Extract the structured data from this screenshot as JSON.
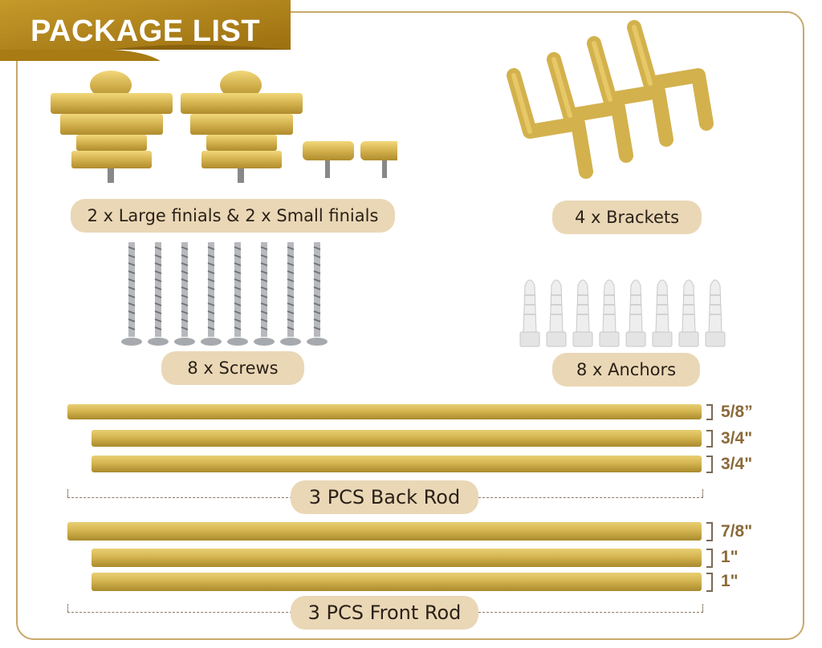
{
  "header": {
    "title": "PACKAGE LIST"
  },
  "items": {
    "finials": "2 x Large finials & 2 x Small finials",
    "brackets": "4 x Brackets",
    "screws": "8 x Screws",
    "anchors": "8 x Anchors"
  },
  "back_rod": {
    "label": "3 PCS Back Rod",
    "sizes": [
      "5/8”",
      "3/4\"",
      "3/4\""
    ]
  },
  "front_rod": {
    "label": "3 PCS Front Rod",
    "sizes": [
      "7/8\"",
      "1\"",
      "1\""
    ]
  },
  "colors": {
    "gold": "#c9a640",
    "banner": "#b8891a",
    "pill": "#ead7b6",
    "frame": "#c9a86a",
    "dimension_text": "#8a6a3a"
  }
}
